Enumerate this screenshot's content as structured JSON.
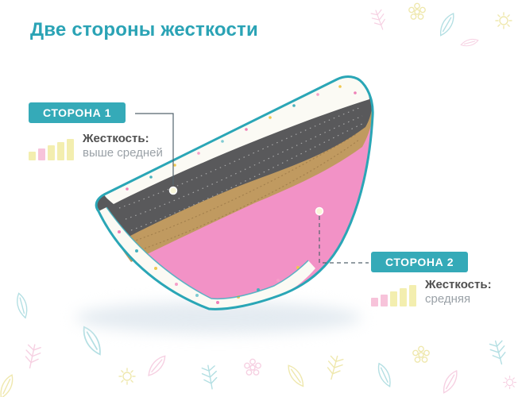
{
  "title": "Две стороны жесткости",
  "side1": {
    "badge": "СТОРОНА 1",
    "firmness_label": "Жесткость:",
    "firmness_value": "выше средней",
    "bars": [
      {
        "h": 11,
        "color": "#f3eeaf"
      },
      {
        "h": 15,
        "color": "#f7c3da"
      },
      {
        "h": 19,
        "color": "#f3eeaf"
      },
      {
        "h": 23,
        "color": "#f3eeaf"
      },
      {
        "h": 27,
        "color": "#f3eeaf"
      }
    ]
  },
  "side2": {
    "badge": "СТОРОНА 2",
    "firmness_label": "Жесткость:",
    "firmness_value": "средняя",
    "bars": [
      {
        "h": 11,
        "color": "#f7c3da"
      },
      {
        "h": 15,
        "color": "#f7c3da"
      },
      {
        "h": 19,
        "color": "#f3eeaf"
      },
      {
        "h": 23,
        "color": "#f3eeaf"
      },
      {
        "h": 27,
        "color": "#f3eeaf"
      }
    ]
  },
  "colors": {
    "accent_teal": "#2aa6b6",
    "badge_bg": "#35aab8",
    "pink_cover": "#f292c6",
    "coir_layer": "#c09a60",
    "foam_layer": "#59595b",
    "doodle_teal": "#a7dade",
    "doodle_yellow": "#ece4a0",
    "doodle_pink": "#f5c8dd"
  }
}
